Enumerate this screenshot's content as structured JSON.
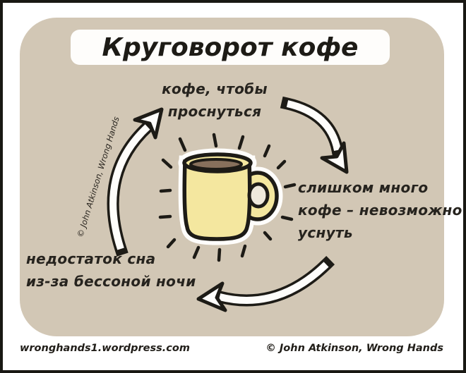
{
  "title": "Круговорот кофе",
  "labels": {
    "wake": {
      "lines": [
        "кофе, чтобы",
        "проснуться"
      ]
    },
    "too_much": {
      "lines": [
        "слишком много",
        "кофе – невозможно",
        "уснуть"
      ]
    },
    "no_sleep": {
      "lines": [
        "недостаток сна",
        "из-за бессоной ночи"
      ]
    }
  },
  "watermark": "© John Atkinson, Wrong Hands",
  "footer": {
    "site": "wronghands1.wordpress.com",
    "credit": "© John Atkinson, Wrong Hands"
  },
  "colors": {
    "panel_background": "#d2c7b5",
    "card_white": "#fefdfb",
    "ink_black": "#1d1b16",
    "mug_yellow": "#f4e79f",
    "coffee_brown": "#87705c"
  }
}
